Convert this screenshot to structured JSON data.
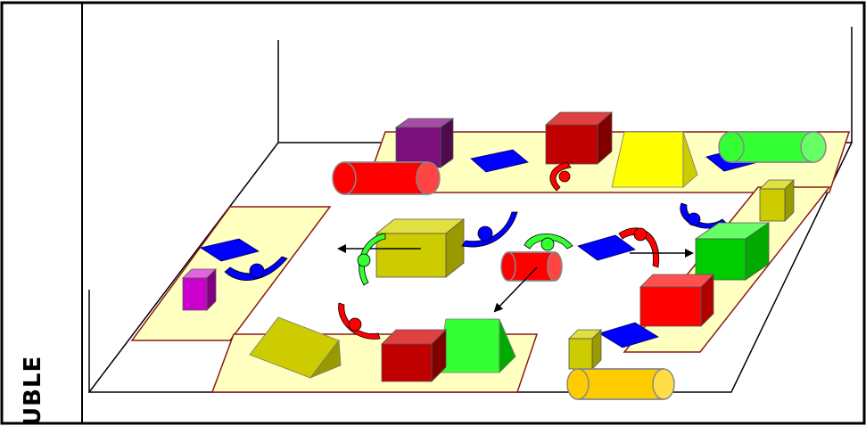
{
  "side_label": "UBLE",
  "colors": {
    "mat": "#ffffc0",
    "mat_border": "#8b1a1a",
    "red": "#ff0000",
    "dark_red": "#c00000",
    "green": "#33ff33",
    "dark_green": "#00aa00",
    "blue": "#0000ff",
    "olive": "#cccc00",
    "yellow": "#ffff00",
    "purple": "#7b0f7b",
    "magenta": "#cc00cc",
    "orange": "#ffcc00"
  },
  "icons": [
    "robot-icon-green",
    "robot-icon-blue",
    "robot-icon-red",
    "arrow-icon"
  ]
}
